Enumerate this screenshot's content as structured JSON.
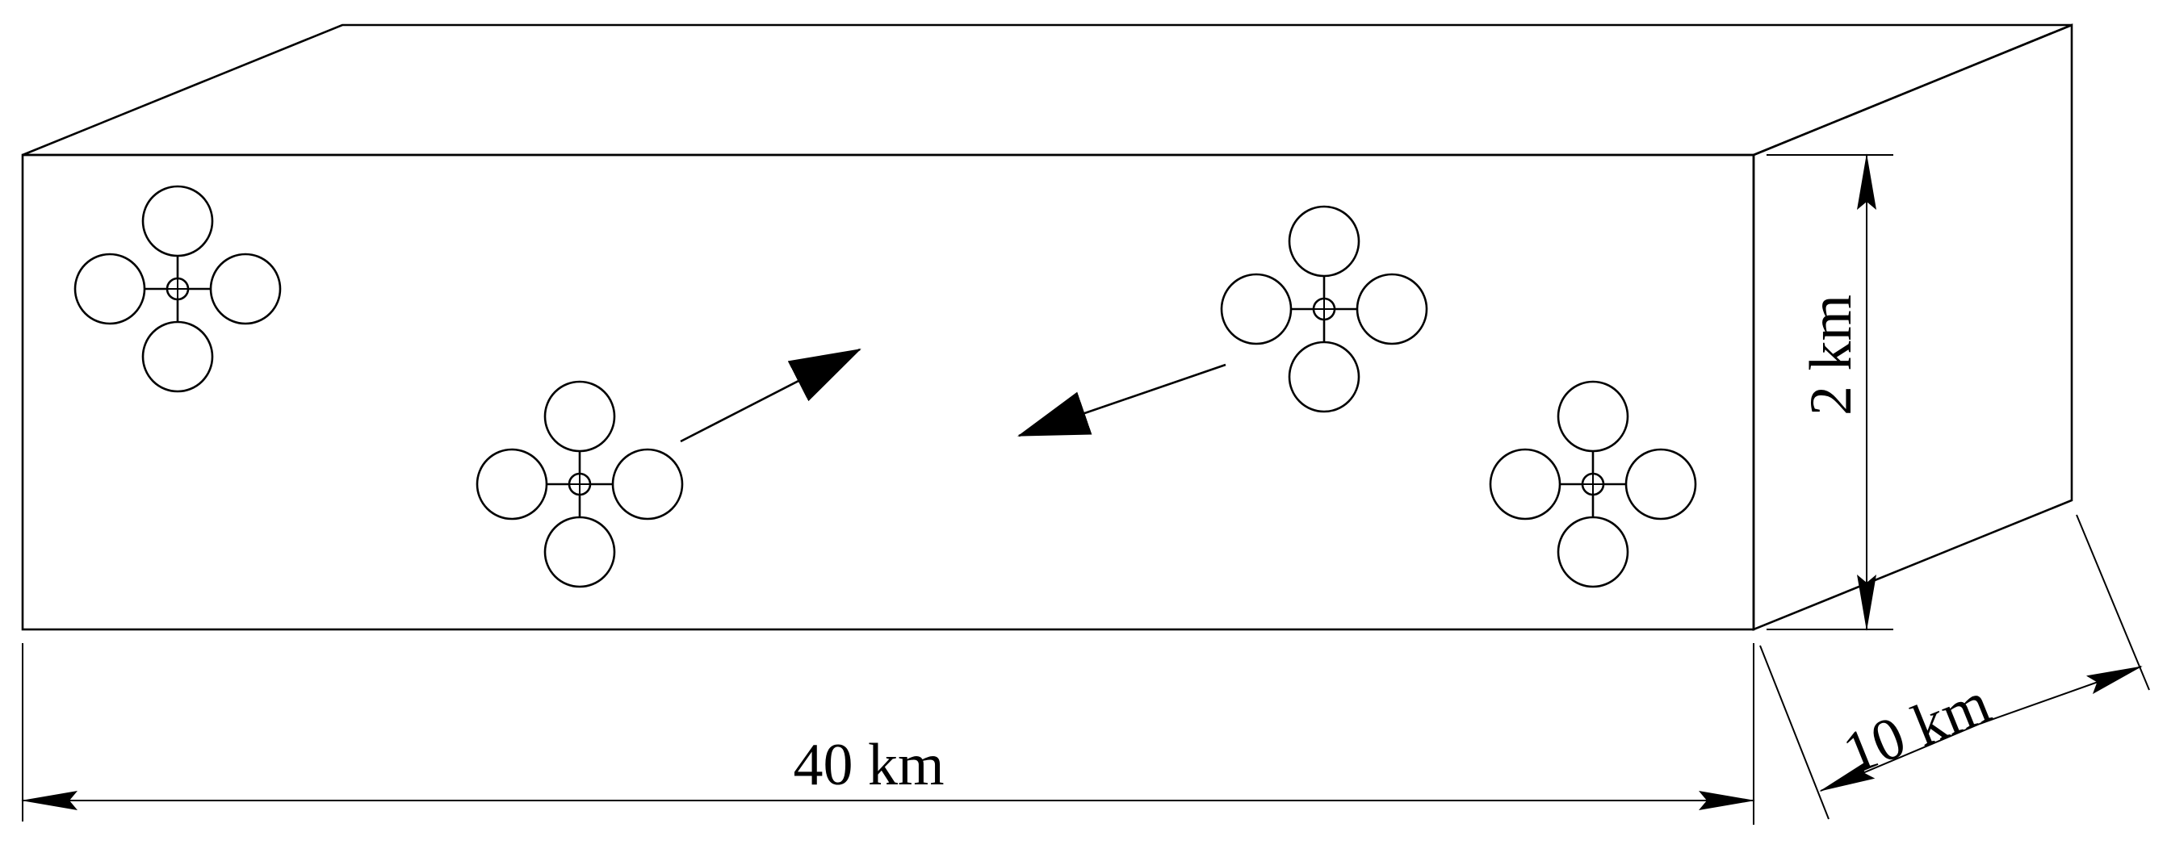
{
  "dimensions": {
    "length": "40 km",
    "height": "2 km",
    "depth": "10 km"
  },
  "drones": [
    {
      "name": "drone-top-left"
    },
    {
      "name": "drone-center-left"
    },
    {
      "name": "drone-center-right"
    },
    {
      "name": "drone-bottom-right"
    }
  ],
  "motion_arrows": [
    {
      "name": "arrow-up-right"
    },
    {
      "name": "arrow-down-left"
    }
  ],
  "colors": {
    "line": "#000000",
    "background": "#ffffff"
  }
}
